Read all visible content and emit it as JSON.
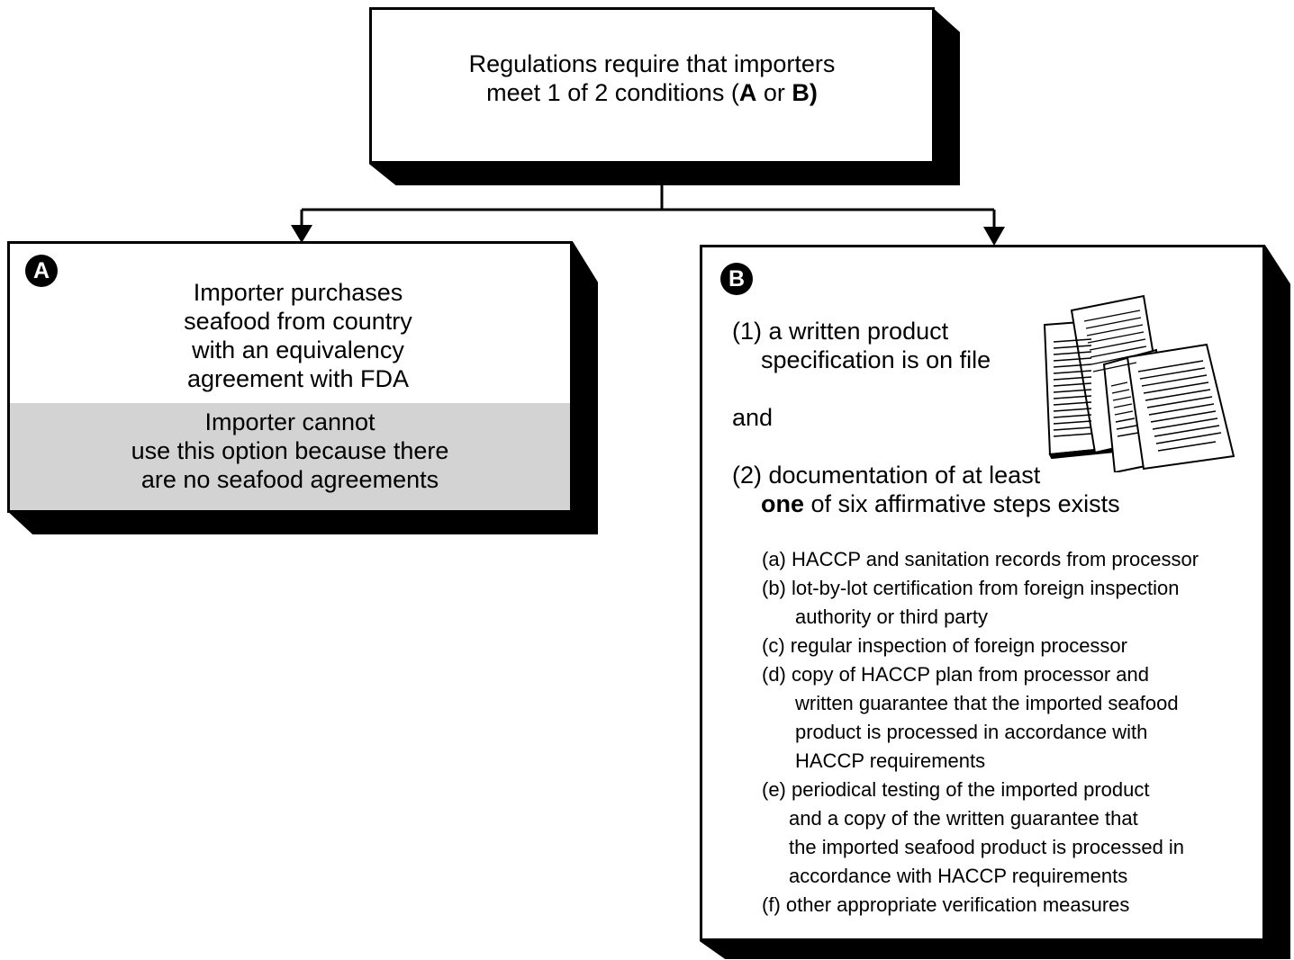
{
  "top": {
    "line1": "Regulations require that importers",
    "line2_pre": "meet 1 of  2 conditions (",
    "line2_a": "A",
    "line2_or": " or ",
    "line2_b": "B)"
  },
  "option_a": {
    "marker": "A",
    "lines": [
      "Importer purchases",
      "seafood from country",
      "with an equivalency",
      "agreement with FDA"
    ],
    "note_lines": [
      "Importer cannot",
      "use this option because there",
      "are no seafood agreements"
    ]
  },
  "option_b": {
    "marker": "B",
    "cond1_line1": "(1) a written product",
    "cond1_line2": "specification is on file",
    "and": "and",
    "cond2_line1": "(2) documentation of at least",
    "cond2_bold": "one",
    "cond2_rest": " of six affirmative steps exists",
    "steps": [
      {
        "label": "(a)",
        "lines": [
          "HACCP and sanitation records from processor"
        ]
      },
      {
        "label": "(b)",
        "lines": [
          "lot-by-lot certification from foreign inspection",
          "authority or third party"
        ]
      },
      {
        "label": "(c)",
        "lines": [
          "regular inspection of foreign processor"
        ]
      },
      {
        "label": "(d)",
        "lines": [
          "copy of HACCP plan from processor and",
          "written guarantee that the imported seafood",
          "product is processed in accordance with",
          "HACCP requirements"
        ]
      },
      {
        "label": "(e)",
        "lines": [
          "periodical testing of the imported product",
          "and a copy of the written guarantee that",
          "the imported seafood product is processed in",
          "accordance with HACCP requirements"
        ]
      },
      {
        "label": "(f)",
        "lines": [
          "other appropriate verification measures"
        ]
      }
    ]
  },
  "icons": {
    "documents": "documents-stack-icon"
  },
  "colors": {
    "note_background": "#d3d3d3",
    "ink": "#000000"
  }
}
